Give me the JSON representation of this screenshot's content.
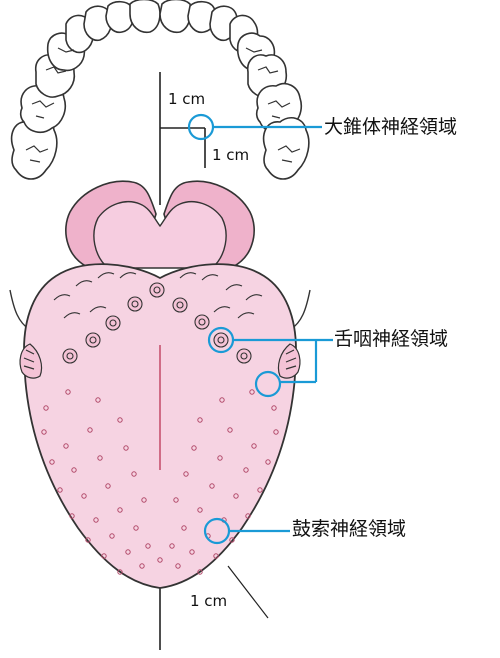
{
  "labels": {
    "region_upper": "大錐体神経領域",
    "region_middle": "舌咽神経領域",
    "region_lower": "鼓索神経領域"
  },
  "measurements": {
    "upper_vertical": "1 cm",
    "upper_horizontal": "1 cm",
    "bottom": "1 cm"
  },
  "colors": {
    "tongue_fill": "#f6d3e2",
    "throat_fill": "#efb2cb",
    "papilla_fill": "#f4c3d6",
    "accent_circle": "#1a9ad6",
    "outline": "#333333",
    "midline": "#c0415f"
  }
}
